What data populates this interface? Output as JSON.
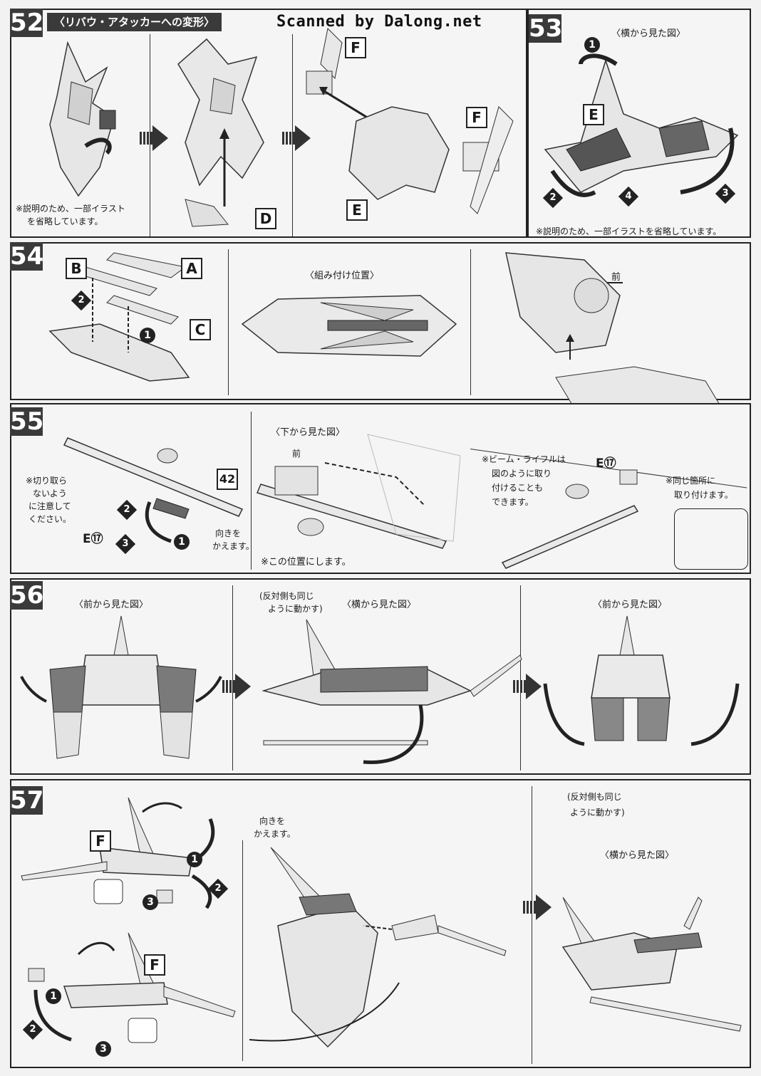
{
  "watermark": "Scanned by Dalong.net",
  "steps": {
    "s52": {
      "num": "52",
      "title": "〈リバウ・アタッカーへの変形〉",
      "note_line1": "※説明のため、一部イラスト",
      "note_line2": "を省略しています。",
      "parts": [
        "D",
        "F",
        "F",
        "E"
      ]
    },
    "s53": {
      "num": "53",
      "view": "〈横から見た図〉",
      "part": "E",
      "note": "※説明のため、一部イラストを省略しています。",
      "markers": [
        "1",
        "2",
        "3",
        "4"
      ]
    },
    "s54": {
      "num": "54",
      "parts": [
        "B",
        "A",
        "C"
      ],
      "markers": [
        "2",
        "1"
      ],
      "assembly_pos": "〈組み付け位置〉",
      "front": "前"
    },
    "s55": {
      "num": "55",
      "caution_lines": [
        "※切り取ら",
        "ないよう",
        "に注意して",
        "ください。"
      ],
      "part_ref": "E⑰",
      "part_num": "42",
      "markers": [
        "2",
        "3",
        "1"
      ],
      "bottom_view": "〈下から見た図〉",
      "front": "前",
      "turn_lines": [
        "向きを",
        "かえます。"
      ],
      "position_note": "※この位置にします。",
      "rifle_lines": [
        "※ビーム・ライフルは",
        "図のように取り",
        "付けることも",
        "できます。"
      ],
      "part_ref2": "E⑰",
      "same_place_lines": [
        "※同じ箇所に",
        "取り付けます。"
      ]
    },
    "s56": {
      "num": "56",
      "front_view": "〈前から見た図〉",
      "opposite_lines": [
        "(反対側も同じ",
        "ように動かす)"
      ],
      "side_view": "〈横から見た図〉",
      "front_view2": "〈前から見た図〉"
    },
    "s57": {
      "num": "57",
      "part_f1": "F",
      "part_f2": "F",
      "markers_top": [
        "1",
        "2",
        "3"
      ],
      "markers_bot": [
        "1",
        "2",
        "3"
      ],
      "turn_lines": [
        "向きを",
        "かえます。"
      ],
      "opposite_lines": [
        "(反対側も同じ",
        "ように動かす)"
      ],
      "side_view": "〈横から見た図〉"
    }
  },
  "colors": {
    "frame": "#222222",
    "badge": "#3a3a3a",
    "paper": "#f5f5f5"
  }
}
